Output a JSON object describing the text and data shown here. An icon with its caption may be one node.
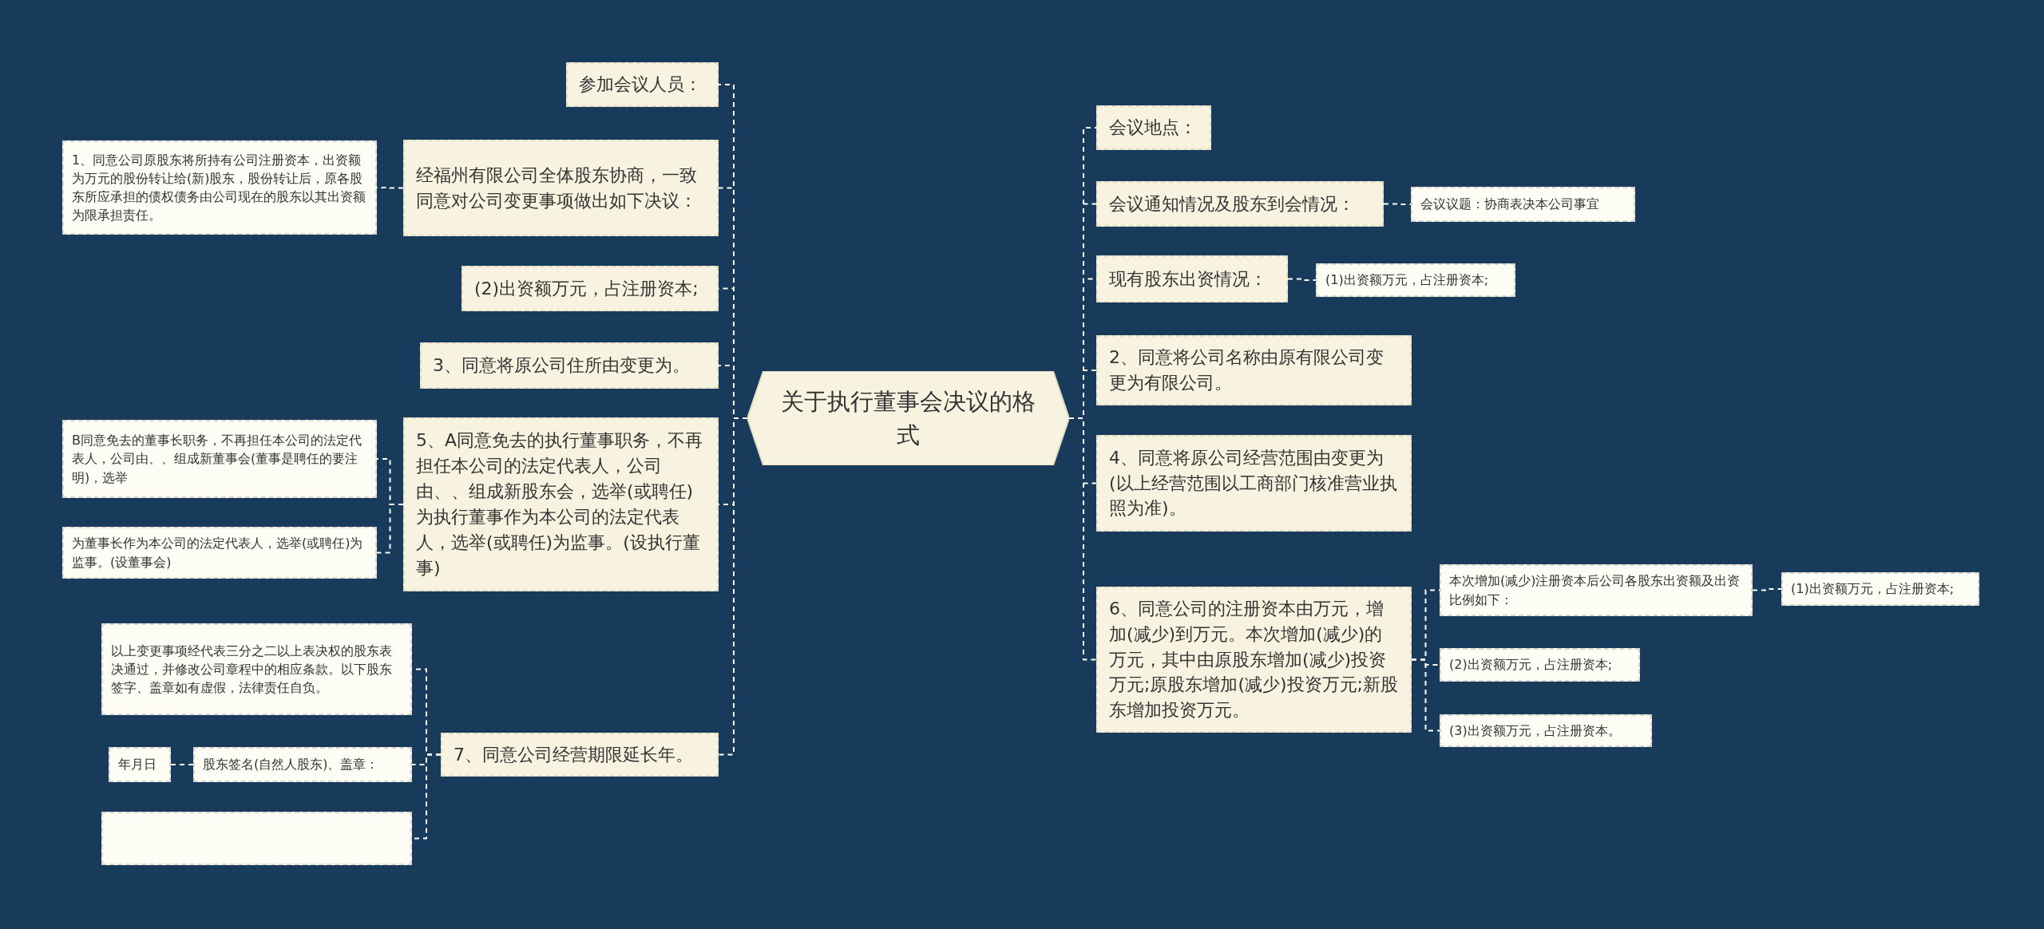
{
  "diagram": {
    "nodes": [
      {
        "text": [
          "关于执行董事会决议的格式"
        ]
      },
      {
        "text": [
          "参加会议人员："
        ]
      },
      {
        "text": [
          "经福州有限公司全体股东协商，一致同意对公司变更事项做出如下决议："
        ]
      },
      {
        "text": [
          "1、同意公司原股东将所持有公司注册资本，出资额为万元的股份转让给(新)股东，股份转让后，原各股东所应承担的债权债务由公司现在的股东以其出资额为限承担责任。"
        ]
      },
      {
        "text": [
          "(2)出资额万元，占注册资本;"
        ]
      },
      {
        "text": [
          "3、同意将原公司住所由变更为。"
        ]
      },
      {
        "text": [
          "5、A同意免去的执行董事职务，不再担任本公司的法定代表人，公司由、、组成新股东会，选举(或聘任)为执行董事作为本公司的法定代表人，选举(或聘任)为监事。(设执行董事)"
        ]
      },
      {
        "text": [
          "B同意免去的董事长职务，不再担任本公司的法定代表人，公司由、、组成新董事会(董事是聘任的要注明)，选举"
        ]
      },
      {
        "text": [
          "为董事长作为本公司的法定代表人，选举(或聘任)为监事。(设董事会)"
        ]
      },
      {
        "text": [
          "7、同意公司经营期限延长年。"
        ]
      },
      {
        "text": [
          "以上变更事项经代表三分之二以上表决权的股东表决通过，并修改公司章程中的相应条款。以下股东签字、盖章如有虚假，法律责任自负。"
        ]
      },
      {
        "text": [
          "股东签名(自然人股东)、盖章："
        ]
      },
      {
        "text": [
          "年月日"
        ]
      },
      {
        "text": [],
        "shape": "box"
      },
      {
        "text": [
          "会议地点："
        ]
      },
      {
        "text": [
          "会议通知情况及股东到会情况："
        ]
      },
      {
        "text": [
          "会议议题：协商表决本公司事宜"
        ]
      },
      {
        "text": [
          "现有股东出资情况："
        ]
      },
      {
        "text": [
          "(1)出资额万元，占注册资本;"
        ]
      },
      {
        "text": [
          "2、同意将公司名称由原有限公司变更为有限公司。"
        ]
      },
      {
        "text": [
          "4、同意将原公司经营范围由变更为(以上经营范围以工商部门核准营业执照为准)。"
        ]
      },
      {
        "text": [
          "6、同意公司的注册资本由万元，增加(减少)到万元。本次增加(减少)的万元，其中由原股东增加(减少)投资万元;原股东增加(减少)投资万元;新股东增加投资万元。"
        ]
      },
      {
        "text": [
          "本次增加(减少)注册资本后公司各股东出资额及出资比例如下："
        ]
      },
      {
        "text": [
          "(1)出资额万元，占注册资本;"
        ]
      },
      {
        "text": [
          "(2)出资额万元，占注册资本;"
        ]
      },
      {
        "text": [
          "(3)出资额万元，占注册资本。"
        ]
      }
    ],
    "edges": [
      {
        "from": 0,
        "to": 1,
        "arrow": "none",
        "style": "dashed"
      },
      {
        "from": 0,
        "to": 2,
        "arrow": "none",
        "style": "dashed"
      },
      {
        "from": 2,
        "to": 3,
        "arrow": "none",
        "style": "dashed"
      },
      {
        "from": 0,
        "to": 4,
        "arrow": "none",
        "style": "dashed"
      },
      {
        "from": 0,
        "to": 5,
        "arrow": "none",
        "style": "dashed"
      },
      {
        "from": 0,
        "to": 6,
        "arrow": "none",
        "style": "dashed"
      },
      {
        "from": 6,
        "to": 7,
        "arrow": "none",
        "style": "dashed"
      },
      {
        "from": 6,
        "to": 8,
        "arrow": "none",
        "style": "dashed"
      },
      {
        "from": 0,
        "to": 9,
        "arrow": "none",
        "style": "dashed"
      },
      {
        "from": 9,
        "to": 10,
        "arrow": "none",
        "style": "dashed"
      },
      {
        "from": 9,
        "to": 11,
        "arrow": "none",
        "style": "dashed"
      },
      {
        "from": 11,
        "to": 12,
        "arrow": "none",
        "style": "dashed"
      },
      {
        "from": 9,
        "to": 13,
        "arrow": "none",
        "style": "dashed"
      },
      {
        "from": 0,
        "to": 14,
        "arrow": "none",
        "style": "dashed"
      },
      {
        "from": 0,
        "to": 15,
        "arrow": "none",
        "style": "dashed"
      },
      {
        "from": 15,
        "to": 16,
        "arrow": "none",
        "style": "dashed"
      },
      {
        "from": 0,
        "to": 17,
        "arrow": "none",
        "style": "dashed"
      },
      {
        "from": 17,
        "to": 18,
        "arrow": "none",
        "style": "dashed"
      },
      {
        "from": 0,
        "to": 19,
        "arrow": "none",
        "style": "dashed"
      },
      {
        "from": 0,
        "to": 20,
        "arrow": "none",
        "style": "dashed"
      },
      {
        "from": 0,
        "to": 21,
        "arrow": "none",
        "style": "dashed"
      },
      {
        "from": 21,
        "to": 22,
        "arrow": "none",
        "style": "dashed"
      },
      {
        "from": 22,
        "to": 23,
        "arrow": "none",
        "style": "dashed"
      },
      {
        "from": 21,
        "to": 24,
        "arrow": "none",
        "style": "dashed"
      },
      {
        "from": 21,
        "to": 25,
        "arrow": "none",
        "style": "dashed"
      }
    ]
  }
}
